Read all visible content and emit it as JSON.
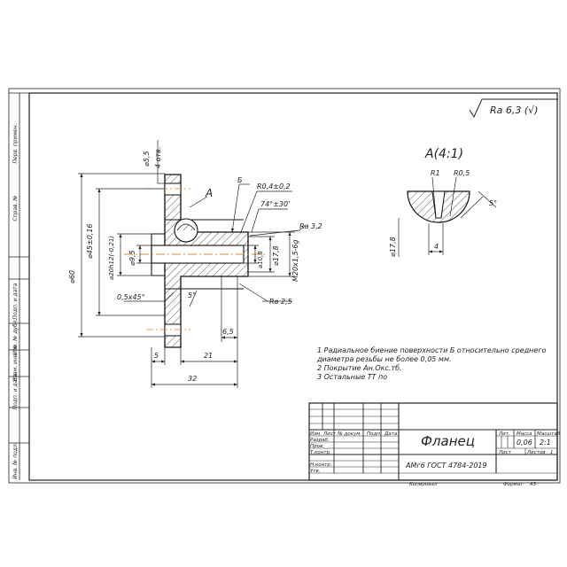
{
  "roughness": "Ra 6,3 (√)",
  "side_labels": [
    "Перв. примен.",
    "Справ. №",
    "Подп. и дата",
    "Инв. № дубл.",
    "Взам. инв. №",
    "Подп. и дата",
    "Инв. № подл."
  ],
  "drawing": {
    "view_a_label": "A",
    "b_label": "Б",
    "holes_dim": "⌀5,5",
    "holes_count": "4 отв.",
    "pcd_dim": "⌀45±0,16",
    "outer_dim": "⌀60",
    "bore_fit_dim": "⌀20h12(-0,21)",
    "bore_dim": "⌀9,5",
    "inner_dim": "⌀10,8",
    "thread_od_dim": "⌀17,8",
    "thread_dim": "M20х1,5-6g",
    "radius_dim": "R0,4±0,2",
    "angle_dim": "74°±30'",
    "ra_top": "Ra 3,2",
    "ra_bottom": "Ra 2,5",
    "chamfer_dim": "0,5х45°",
    "angle_5": "5°",
    "len_6_5": "6,5",
    "len_5": "5",
    "len_21": "21",
    "len_32": "32"
  },
  "detail": {
    "title": "A(4:1)",
    "r1": "R1",
    "r05": "R0,5",
    "angle": "5°",
    "width": "4",
    "dia": "⌀17,8"
  },
  "notes": [
    "1 Радиальное биение поверхности Б относительно среднего",
    "диаметра резьбы не более 0,05 мм.",
    "2 Покрытие Ан.Окс.тб.",
    "3 Остальные ТТ по"
  ],
  "title_block": {
    "part_name": "Фланец",
    "material": "АМг6 ГОСТ 4784-2019",
    "col_headers": [
      "Изм.",
      "Лист",
      "№ докум.",
      "Подп.",
      "Дата"
    ],
    "rows": [
      "Разраб.",
      "Пров.",
      "Т.контр.",
      "",
      "Н.контр.",
      "Утв."
    ],
    "lit_label": "Лит.",
    "mass_label": "Масса",
    "scale_label": "Масштаб",
    "mass": "0,06",
    "scale": "2:1",
    "sheet_label": "Лист",
    "sheets_label": "Листов",
    "sheets": "1",
    "copied_label": "Копировал",
    "format_label": "Формат",
    "format_value": "А3"
  }
}
